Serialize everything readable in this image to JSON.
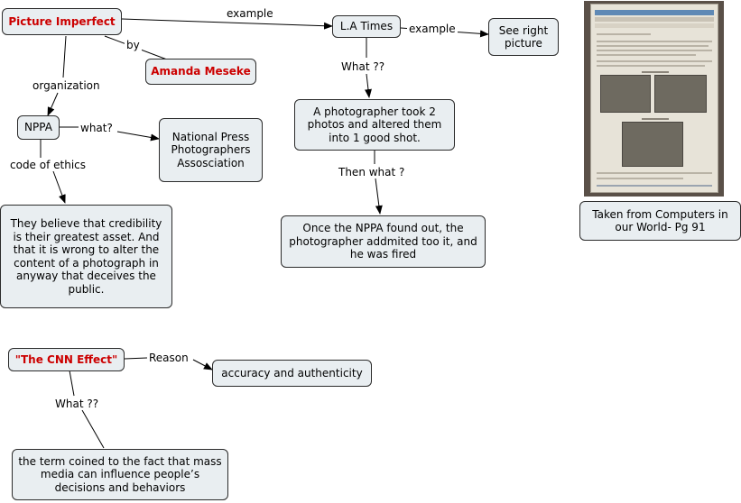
{
  "nodes": {
    "picture_imperfect": "Picture Imperfect",
    "amanda": "Amanda Meseke",
    "la_times": "L.A Times",
    "see_right": "See right picture",
    "nppa": "NPPA",
    "national": "National Press Photographers Assosciation",
    "photographer": "A photographer took 2 photos and altered them into 1 good shot.",
    "credibility": "They believe that credibility is their greatest asset. And that it is wrong to alter the content of a photograph in anyway that deceives the public.",
    "fired": "Once the NPPA found out, the photographer addmited too it, and he was fired",
    "taken_from": "Taken from Computers in our World- Pg 91",
    "cnn": "\"The CNN Effect\"",
    "accuracy": "accuracy and authenticity",
    "term": "the term coined to the fact that mass media can influence people’s decisions and behaviors"
  },
  "links": {
    "example1": "example",
    "by": "by",
    "example2": "example",
    "organization": "organization",
    "what_q1": "What ??",
    "what1": "what?",
    "code_of_ethics": "code of ethics",
    "then_what": "Then what ?",
    "reason": "Reason",
    "what_q2": "What ??"
  },
  "colors": {
    "node_fill": "#e9eef1",
    "border": "#2b2b2b",
    "title_red": "#cc0000"
  }
}
